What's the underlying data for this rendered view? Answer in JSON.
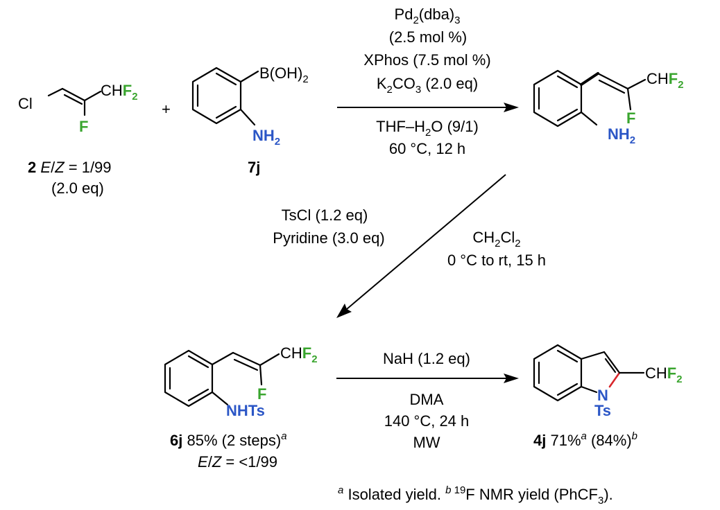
{
  "colors": {
    "fluorine": "#3aa52f",
    "nitrogen": "#2b56c6",
    "new_bond": "#d8262b"
  },
  "reagent_2": {
    "cl": "Cl",
    "chf": "CH",
    "f2": "F",
    "f2_sub": "2",
    "vinyl_f": "F",
    "compound": "2",
    "ez_e": "E",
    "ez_rest": "/",
    "ez_z": "Z",
    "ez_value": " = 1/99",
    "equiv": "(2.0 eq)"
  },
  "plus": "+",
  "reagent_7j": {
    "boron": "B(OH)",
    "boron_sub": "2",
    "nh": "NH",
    "nh_sub": "2",
    "compound": "7j"
  },
  "step1": {
    "cat_a": "Pd",
    "cat_sub1": "2",
    "cat_b": "(dba)",
    "cat_sub2": "3",
    "cat_load": "(2.5 mol %)",
    "ligand": "XPhos (7.5 mol %)",
    "base_a": "K",
    "base_sub1": "2",
    "base_b": "CO",
    "base_sub2": "3",
    "base_c": " (2.0 eq)",
    "solvent_a": "THF–H",
    "solvent_sub": "2",
    "solvent_b": "O (9/1)",
    "conditions": "60 °C, 12 h"
  },
  "intermediate": {
    "chf": "CH",
    "f2": "F",
    "f2_sub": "2",
    "vinyl_f": "F",
    "nh": "NH",
    "nh_sub": "2"
  },
  "step2": {
    "reagent1": "TsCl (1.2 eq)",
    "reagent2": "Pyridine (3.0 eq)",
    "solvent_a": "CH",
    "solvent_sub1": "2",
    "solvent_b": "Cl",
    "solvent_sub2": "2",
    "conditions": "0 °C to rt, 15 h"
  },
  "product_6j": {
    "chf": "CH",
    "f2": "F",
    "f2_sub": "2",
    "vinyl_f": "F",
    "nhts": "NHTs",
    "compound": "6j",
    "yield": "85% (2 steps)",
    "yield_note": "a",
    "ez_e": "E",
    "ez_sep": "/",
    "ez_z": "Z",
    "ez_value": " = <1/99"
  },
  "step3": {
    "reagent": "NaH (1.2 eq)",
    "solvent": "DMA",
    "conditions": "140 °C, 24 h",
    "mode": "MW"
  },
  "product_4j": {
    "ch": "CH",
    "f2": "F",
    "f2_sub": "2",
    "n": "N",
    "ts": "Ts",
    "compound": "4j",
    "yield_a": "71%",
    "note_a": "a",
    "yield_b": " (84%)",
    "note_b": "b"
  },
  "footnote": {
    "mark_a": "a",
    "text_a": " Isolated yield. ",
    "mark_b": "b",
    "iso": " 19",
    "text_b": "F NMR yield (PhCF",
    "sub": "3",
    "end": ")."
  }
}
